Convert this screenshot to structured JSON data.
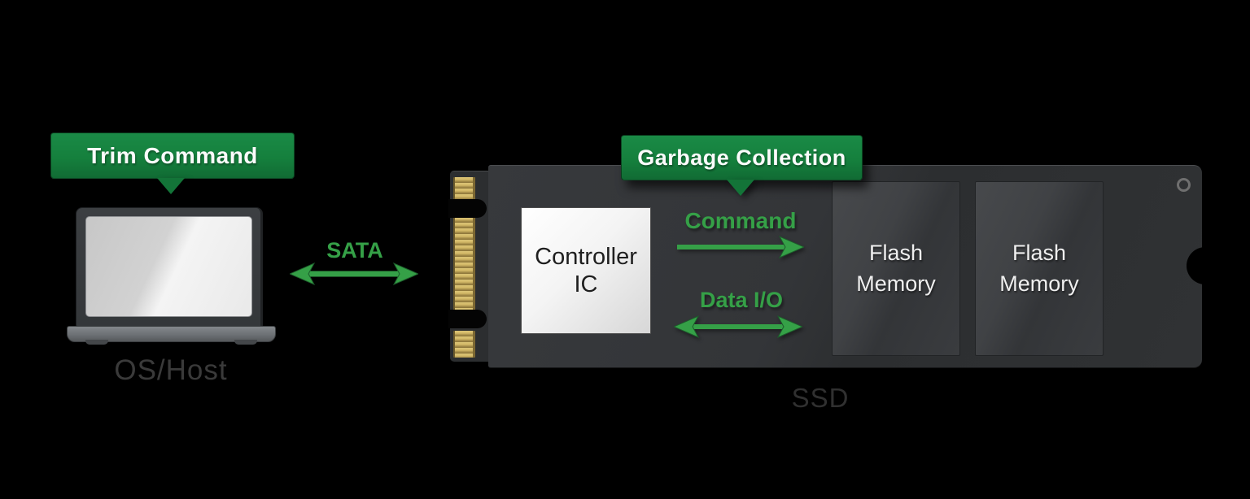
{
  "colors": {
    "background": "#000000",
    "callout_green": "#15803d",
    "accent_green": "#35a047",
    "arrow_outline": "#1d5c2b",
    "board_gray": "#333538",
    "gold_pins": "#d2b866",
    "caption_gray": "#3a3a3a"
  },
  "host": {
    "callout_label": "Trim Command",
    "caption": "OS/Host"
  },
  "bus": {
    "label": "SATA"
  },
  "ssd": {
    "caption": "SSD",
    "callout_label": "Garbage Collection",
    "controller": {
      "line1": "Controller",
      "line2": "IC"
    },
    "command_arrow": {
      "label": "Command",
      "direction": "right"
    },
    "data_arrow": {
      "label": "Data I/O",
      "direction": "both"
    },
    "flash_chips": [
      {
        "line1": "Flash",
        "line2": "Memory"
      },
      {
        "line1": "Flash",
        "line2": "Memory"
      }
    ]
  }
}
